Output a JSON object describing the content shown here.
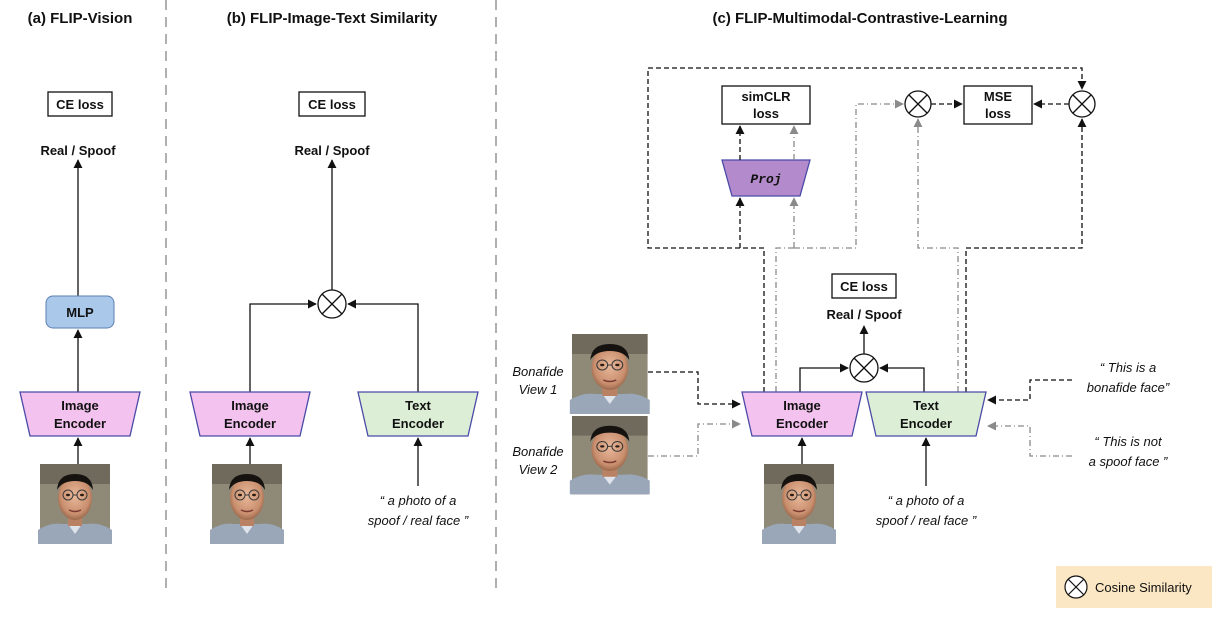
{
  "panel_a": {
    "title": "(a) FLIP-Vision",
    "loss": "CE loss",
    "output": "Real / Spoof",
    "mlp": "MLP",
    "encoder": [
      "Image",
      "Encoder"
    ]
  },
  "panel_b": {
    "title": "(b) FLIP-Image-Text Similarity",
    "loss": "CE loss",
    "output": "Real / Spoof",
    "image_encoder": [
      "Image",
      "Encoder"
    ],
    "text_encoder": [
      "Text",
      "Encoder"
    ],
    "prompt": [
      "“ a photo of a",
      "spoof / real face ”"
    ]
  },
  "panel_c": {
    "title": "(c) FLIP-Multimodal-Contrastive-Learning",
    "simclr": [
      "simCLR",
      "loss"
    ],
    "mse": [
      "MSE",
      "loss"
    ],
    "proj": "Proj",
    "ce_loss": "CE loss",
    "output": "Real / Spoof",
    "image_encoder": [
      "Image",
      "Encoder"
    ],
    "text_encoder": [
      "Text",
      "Encoder"
    ],
    "view1": [
      "Bonafide",
      "View 1"
    ],
    "view2": [
      "Bonafide",
      "View 2"
    ],
    "prompt_pos": [
      "“ This is a",
      "bonafide face”"
    ],
    "prompt_neg": [
      "“ This is not",
      "a spoof face ”"
    ],
    "prompt_class": [
      "“ a photo of a",
      "spoof / real face ”"
    ]
  },
  "legend": {
    "label": "Cosine Similarity"
  },
  "colors": {
    "encoder_image": "#f3c2ef",
    "encoder_text": "#dcefd6",
    "mlp": "#a9c8ea",
    "proj": "#b38bcc",
    "legend_bg": "#fbe7c3",
    "divider": "#b0b0b0",
    "solid_arrow": "#111111",
    "view2_arrow": "#8a8a8a"
  }
}
